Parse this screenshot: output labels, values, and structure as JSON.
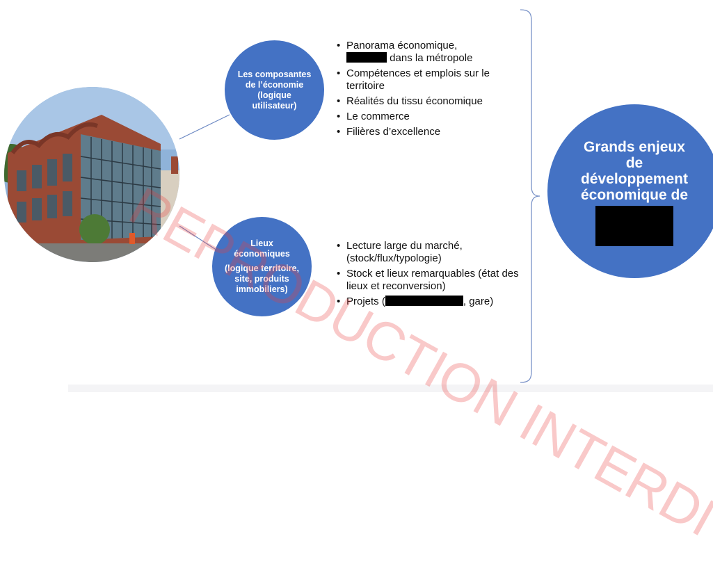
{
  "left_top_bubble": {
    "label": "Les composantes de l’économie (logique utilisateur)"
  },
  "left_bottom_bubble": {
    "label_line1": "Lieux économiques",
    "label_line2": "(logique territoire, site, produits immobiliers)"
  },
  "top_list": [
    {
      "pre": "Panorama économique,",
      "post": "dans la métropole"
    },
    {
      "text": "Compétences et emplois sur le territoire"
    },
    {
      "text": "Réalités du tissu économique"
    },
    {
      "text": "Le commerce"
    },
    {
      "text": "Filières d’excellence"
    }
  ],
  "bottom_list": [
    {
      "text": "Lecture large du marché, (stock/flux/typologie)"
    },
    {
      "text": "Stock et lieux remarquables (état des lieux et reconversion)"
    },
    {
      "pre": "Projets (",
      "post": ", gare)"
    }
  ],
  "right_bubble": {
    "title": "Grands enjeux de développement économique de"
  },
  "watermark": "REPRODUCTION INTERDITE",
  "colors": {
    "bubble": "#4472c4",
    "watermark": "#e83c3c",
    "connector": "#6a87c2"
  },
  "photo": {
    "icon": "building-photo"
  }
}
